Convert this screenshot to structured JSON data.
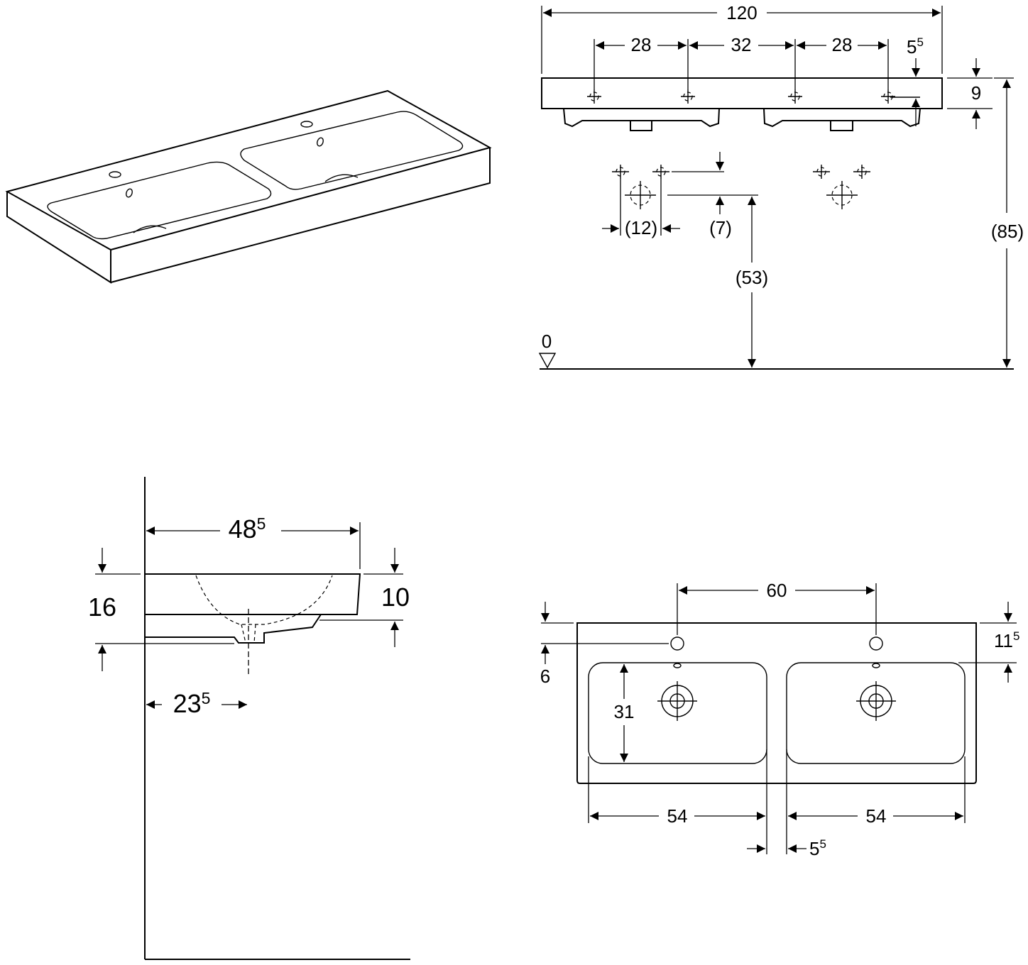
{
  "front_view": {
    "overall_width": "120",
    "spacing_left": "28",
    "spacing_center": "32",
    "spacing_right": "28",
    "edge_offset_main": "5",
    "edge_offset_sup": "5",
    "rim_height": "9",
    "hole_spacing": "(12)",
    "hole_offset": "(7)",
    "pipe_height": "(53)",
    "total_height": "(85)",
    "floor_level": "0"
  },
  "side_view": {
    "depth_main": "48",
    "depth_sup": "5",
    "height_total": "16",
    "bowl_depth": "10",
    "drain_offset_main": "23",
    "drain_offset_sup": "5"
  },
  "top_view": {
    "tap_spacing": "60",
    "back_offset": "6",
    "bowl_back_main": "11",
    "bowl_back_sup": "5",
    "bowl_depth": "31",
    "bowl_width_left": "54",
    "bowl_width_right": "54",
    "gap_main": "5",
    "gap_sup": "5"
  }
}
